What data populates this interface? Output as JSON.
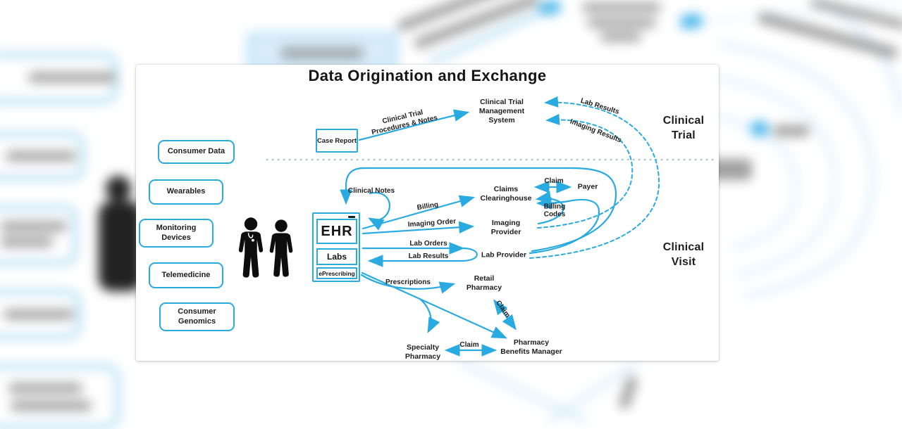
{
  "title": "Data Origination and Exchange",
  "regions": {
    "clinical_trial": "Clinical\nTrial",
    "clinical_visit": "Clinical\nVisit"
  },
  "source_boxes": [
    "Consumer Data",
    "Wearables",
    "Monitoring\nDevices",
    "Telemedicine",
    "Consumer\nGenomics"
  ],
  "ehr": {
    "main": "EHR",
    "labs": "Labs",
    "eprescribing": "ePrescribing"
  },
  "nodes": {
    "case_report": "Case Report",
    "ctms": "Clinical Trial\nManagement\nSystem",
    "claims_clearinghouse": "Claims\nClearinghouse",
    "payer": "Payer",
    "imaging_provider": "Imaging\nProvider",
    "lab_provider": "Lab Provider",
    "retail_pharmacy": "Retail\nPharmacy",
    "specialty_pharmacy": "Specialty\nPharmacy",
    "pharmacy_benefits_manager": "Pharmacy\nBenefits Manager"
  },
  "edges": {
    "trial_procedures": "Clinical Trial\nProcedures & Notes",
    "trial_lab_results": "Lab Results",
    "trial_imaging_results": "Imaging Results",
    "clinical_notes": "Clinical Notes",
    "billing": "Billing",
    "imaging_order": "Imaging Order",
    "lab_orders": "Lab Orders",
    "lab_results": "Lab Results",
    "billing_codes": "Billing\nCodes",
    "claim_payer": "Claim",
    "prescriptions": "Prescriptions",
    "claim_retail": "Claim",
    "claim_specialty": "Claim"
  },
  "colors": {
    "accent": "#29ABE2",
    "divider": "#9CC4CC",
    "ink": "#1E1E1E"
  }
}
